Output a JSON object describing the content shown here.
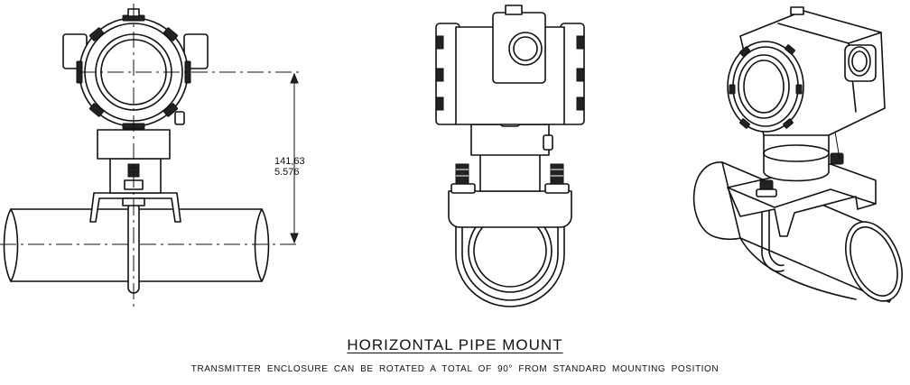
{
  "drawing": {
    "title": "HORIZONTAL PIPE MOUNT",
    "note": "TRANSMITTER ENCLOSURE CAN BE ROTATED A TOTAL OF 90° FROM STANDARD MOUNTING POSITION",
    "dimension": {
      "mm": "141,63",
      "inch": "5.576"
    }
  }
}
